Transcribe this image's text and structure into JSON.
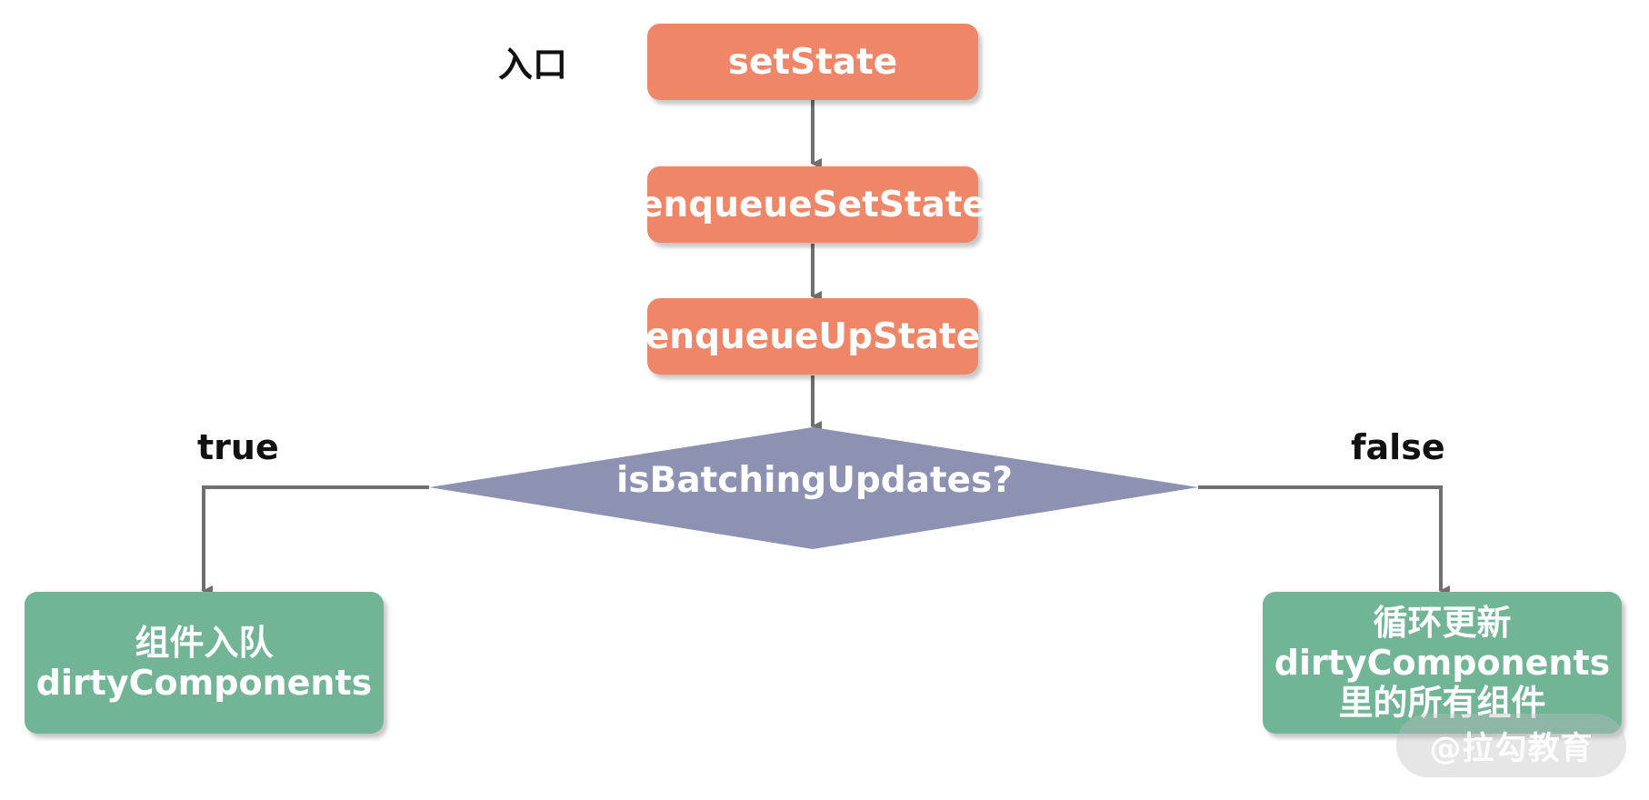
{
  "diagram": {
    "entry_label": "入口",
    "steps": [
      "setState",
      "enqueueSetState",
      "enqueueUpState"
    ],
    "decision": "isBatchingUpdates?",
    "branches": {
      "true_label": "true",
      "false_label": "false"
    },
    "outcomes": {
      "true_lines": [
        "组件入队",
        "dirtyComponents"
      ],
      "false_lines": [
        "循环更新",
        "dirtyComponents",
        "里的所有组件"
      ]
    },
    "colors": {
      "process": "#f08668",
      "decision": "#8d92b2",
      "outcome": "#71b596",
      "connector": "#6f6f6f"
    }
  },
  "watermark": "@拉勾教育"
}
